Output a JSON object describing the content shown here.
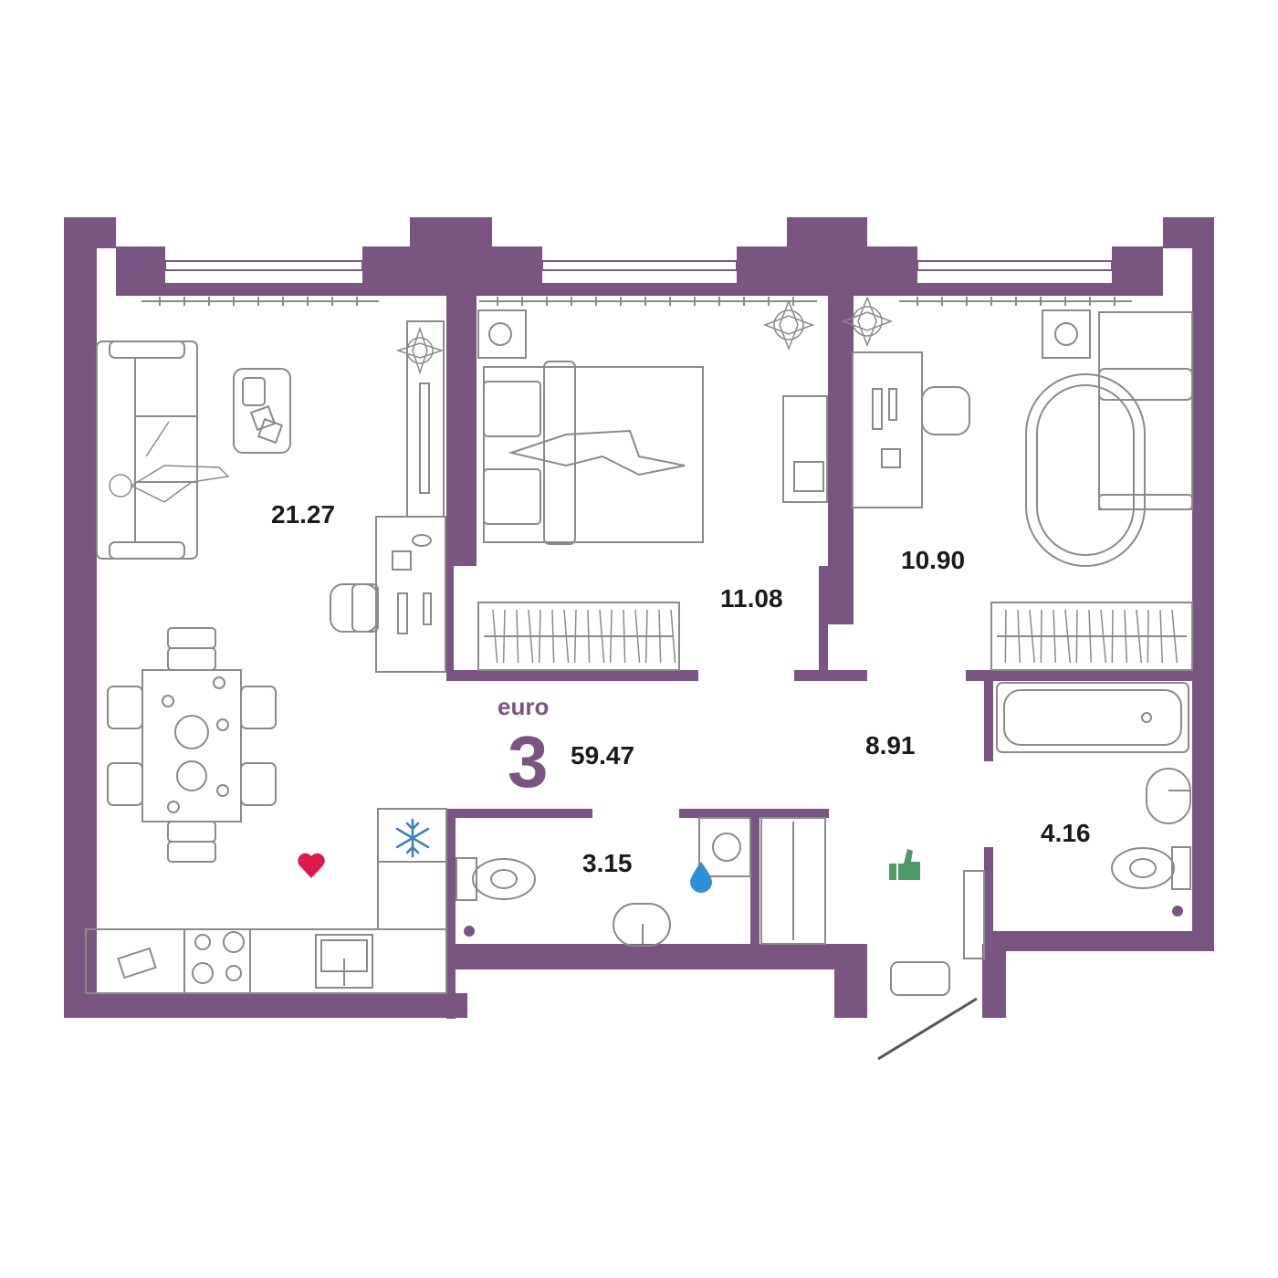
{
  "colors": {
    "wall": "#7b5582",
    "furniture_stroke": "#8a8a8a",
    "text": "#1a1a1a",
    "accent_purple": "#7b5582",
    "heart": "#e0194b",
    "snowflake": "#3a7fc1",
    "water_drop": "#2f8fd6",
    "thumbs_up": "#4f9a6b"
  },
  "apartment": {
    "type_label": "euro",
    "rooms_count": "3",
    "total_area": "59.47"
  },
  "rooms": [
    {
      "id": "living-kitchen",
      "area": "21.27"
    },
    {
      "id": "bedroom-1",
      "area": "11.08"
    },
    {
      "id": "bedroom-2",
      "area": "10.90"
    },
    {
      "id": "hallway",
      "area": "8.91"
    },
    {
      "id": "wc",
      "area": "3.15"
    },
    {
      "id": "bathroom",
      "area": "4.16"
    }
  ],
  "icons": [
    "heart-icon",
    "snowflake-icon",
    "water-drop-icon",
    "thumbs-up-icon",
    "plant-icon",
    "washing-machine-icon",
    "toilet-icon",
    "sink-icon",
    "bathtub-icon",
    "bed-icon",
    "sofa-icon",
    "dining-table-icon",
    "desk-icon",
    "stove-icon",
    "wardrobe-icon"
  ]
}
